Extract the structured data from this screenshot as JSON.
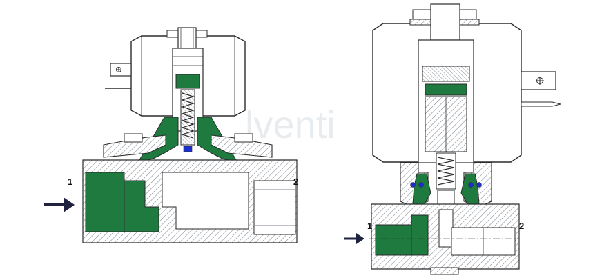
{
  "diagram": {
    "watermark": "lventi",
    "left_valve": {
      "inlet_label": "1",
      "outlet_label": "2"
    },
    "right_valve": {
      "inlet_label": "1",
      "outlet_label": "2"
    }
  },
  "colors": {
    "line": "#2b2b2b",
    "hatch": "#7d8590",
    "fill_green": "#1f7a3f",
    "arrow": "#1f2340",
    "seal_blue": "#1b2fd1",
    "background": "#ffffff"
  }
}
